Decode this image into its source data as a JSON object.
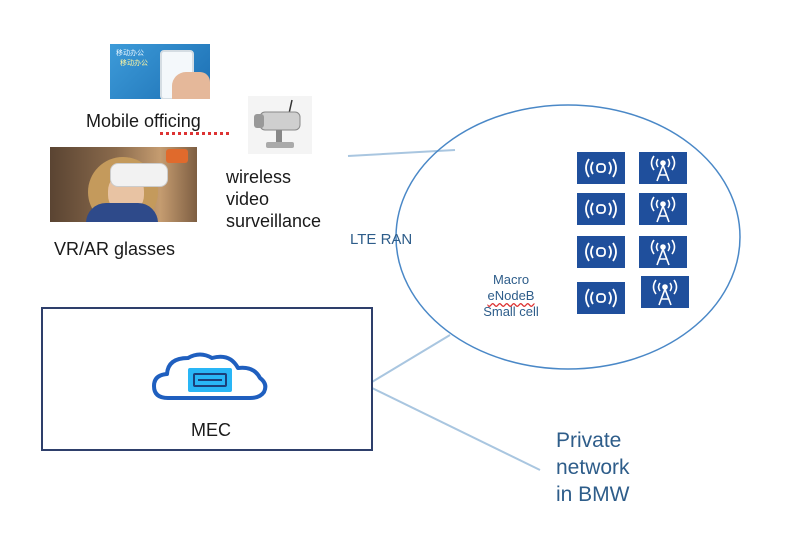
{
  "devices": {
    "mobile_officing": {
      "label": "Mobile officing",
      "screen_text_1": "移动办公",
      "screen_text_2": "移动办公"
    },
    "vr_ar_glasses": {
      "label": "VR/AR glasses"
    },
    "surveillance": {
      "line1": "wireless",
      "line2": "video",
      "line3": "surveillance"
    }
  },
  "ran": {
    "title": "LTE RAN",
    "legend": {
      "line1": "Macro",
      "line2": "eNodeB",
      "line3": "Small cell"
    }
  },
  "mec": {
    "label": "MEC"
  },
  "private_network": {
    "line1": "Private",
    "line2": "network",
    "line3": "in BMW"
  },
  "colors": {
    "node_blue": "#1f4f9c",
    "connector": "#a9c6e0",
    "ellipse": "#4a88c7",
    "mec_box": "#2e3f6b",
    "cloud_outline": "#1f5fbf",
    "cloud_chip": "#29b6f6",
    "text_blue": "#2e5d8a"
  },
  "icons": [
    "smartphone-photo",
    "cctv-camera-icon",
    "vr-headset-photo",
    "small-cell-icon",
    "macro-tower-icon",
    "cloud-server-icon"
  ]
}
